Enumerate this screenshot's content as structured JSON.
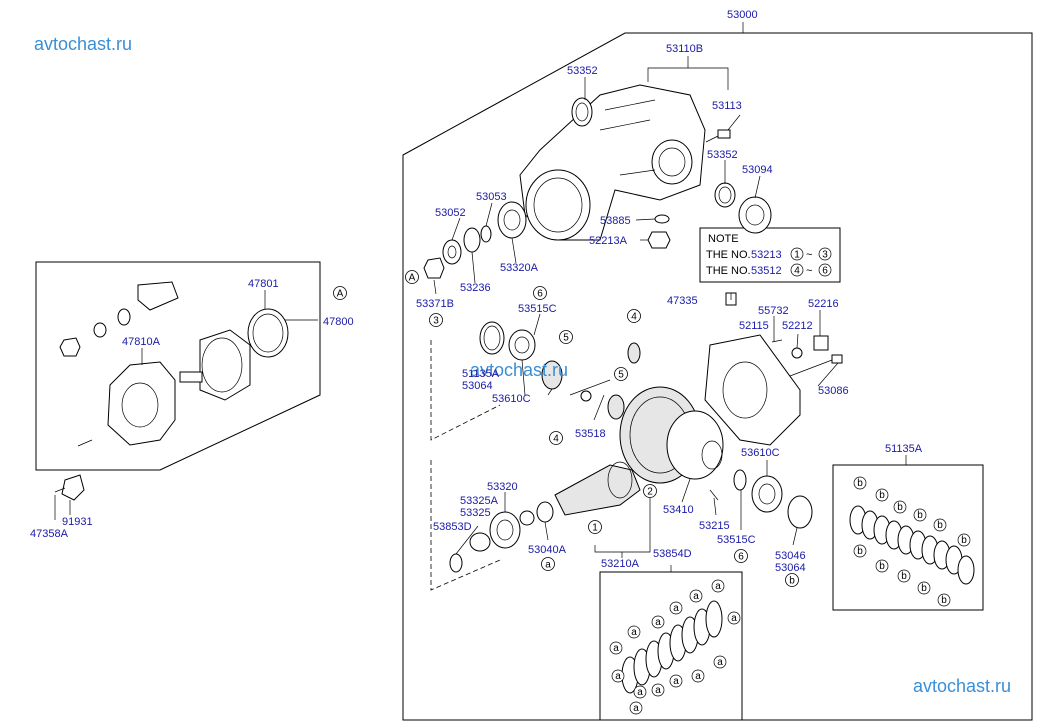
{
  "watermark": {
    "top_left": "avtochast.ru",
    "center": "avtochast.ru",
    "bottom_right": "avtochast.ru"
  },
  "labels": {
    "p53000": "53000",
    "p53110B": "53110B",
    "p53352_top": "53352",
    "p53113": "53113",
    "p53352_right": "53352",
    "p53094": "53094",
    "p53885": "53885",
    "p52213A": "52213A",
    "p53053": "53053",
    "p53052": "53052",
    "p53320A": "53320A",
    "p53236": "53236",
    "p53371B": "53371B",
    "p47801": "47801",
    "p47800": "47800",
    "p47810A": "47810A",
    "p47335": "47335",
    "p55732": "55732",
    "p52216": "52216",
    "p52115": "52115",
    "p52212": "52212",
    "p53086": "53086",
    "p53515C_top": "53515C",
    "p51135A_left": "51135A",
    "p53064_left": "53064",
    "p53610C_left": "53610C",
    "p53518": "53518",
    "p53610C_right": "53610C",
    "p51135A_right": "51135A",
    "p53320": "53320",
    "p53325A": "53325A",
    "p53325": "53325",
    "p53853D": "53853D",
    "p53040A": "53040A",
    "p53210A": "53210A",
    "p53854D": "53854D",
    "p53410": "53410",
    "p53215": "53215",
    "p53515C_bottom": "53515C",
    "p53046": "53046",
    "p53064_bottom": "53064",
    "p91931": "91931",
    "p47358A": "47358A"
  },
  "note": {
    "title": "NOTE",
    "line1_prefix": "THE NO.",
    "line1_part": "53213",
    "line1_from": "1",
    "line1_sep": "~",
    "line1_to": "3",
    "line2_prefix": "THE NO.",
    "line2_part": "53512",
    "line2_from": "4",
    "line2_sep": "~",
    "line2_to": "6"
  },
  "callouts": {
    "A_main": "A",
    "A_sub": "A",
    "c3": "3",
    "c6": "6",
    "c5a": "5",
    "c4a": "4",
    "c5b": "5",
    "c4b": "4",
    "c2": "2",
    "c1": "1",
    "c6b": "6",
    "a_bottom": "a",
    "b_bottom": "b",
    "a_mark": "a",
    "b_mark": "b"
  }
}
